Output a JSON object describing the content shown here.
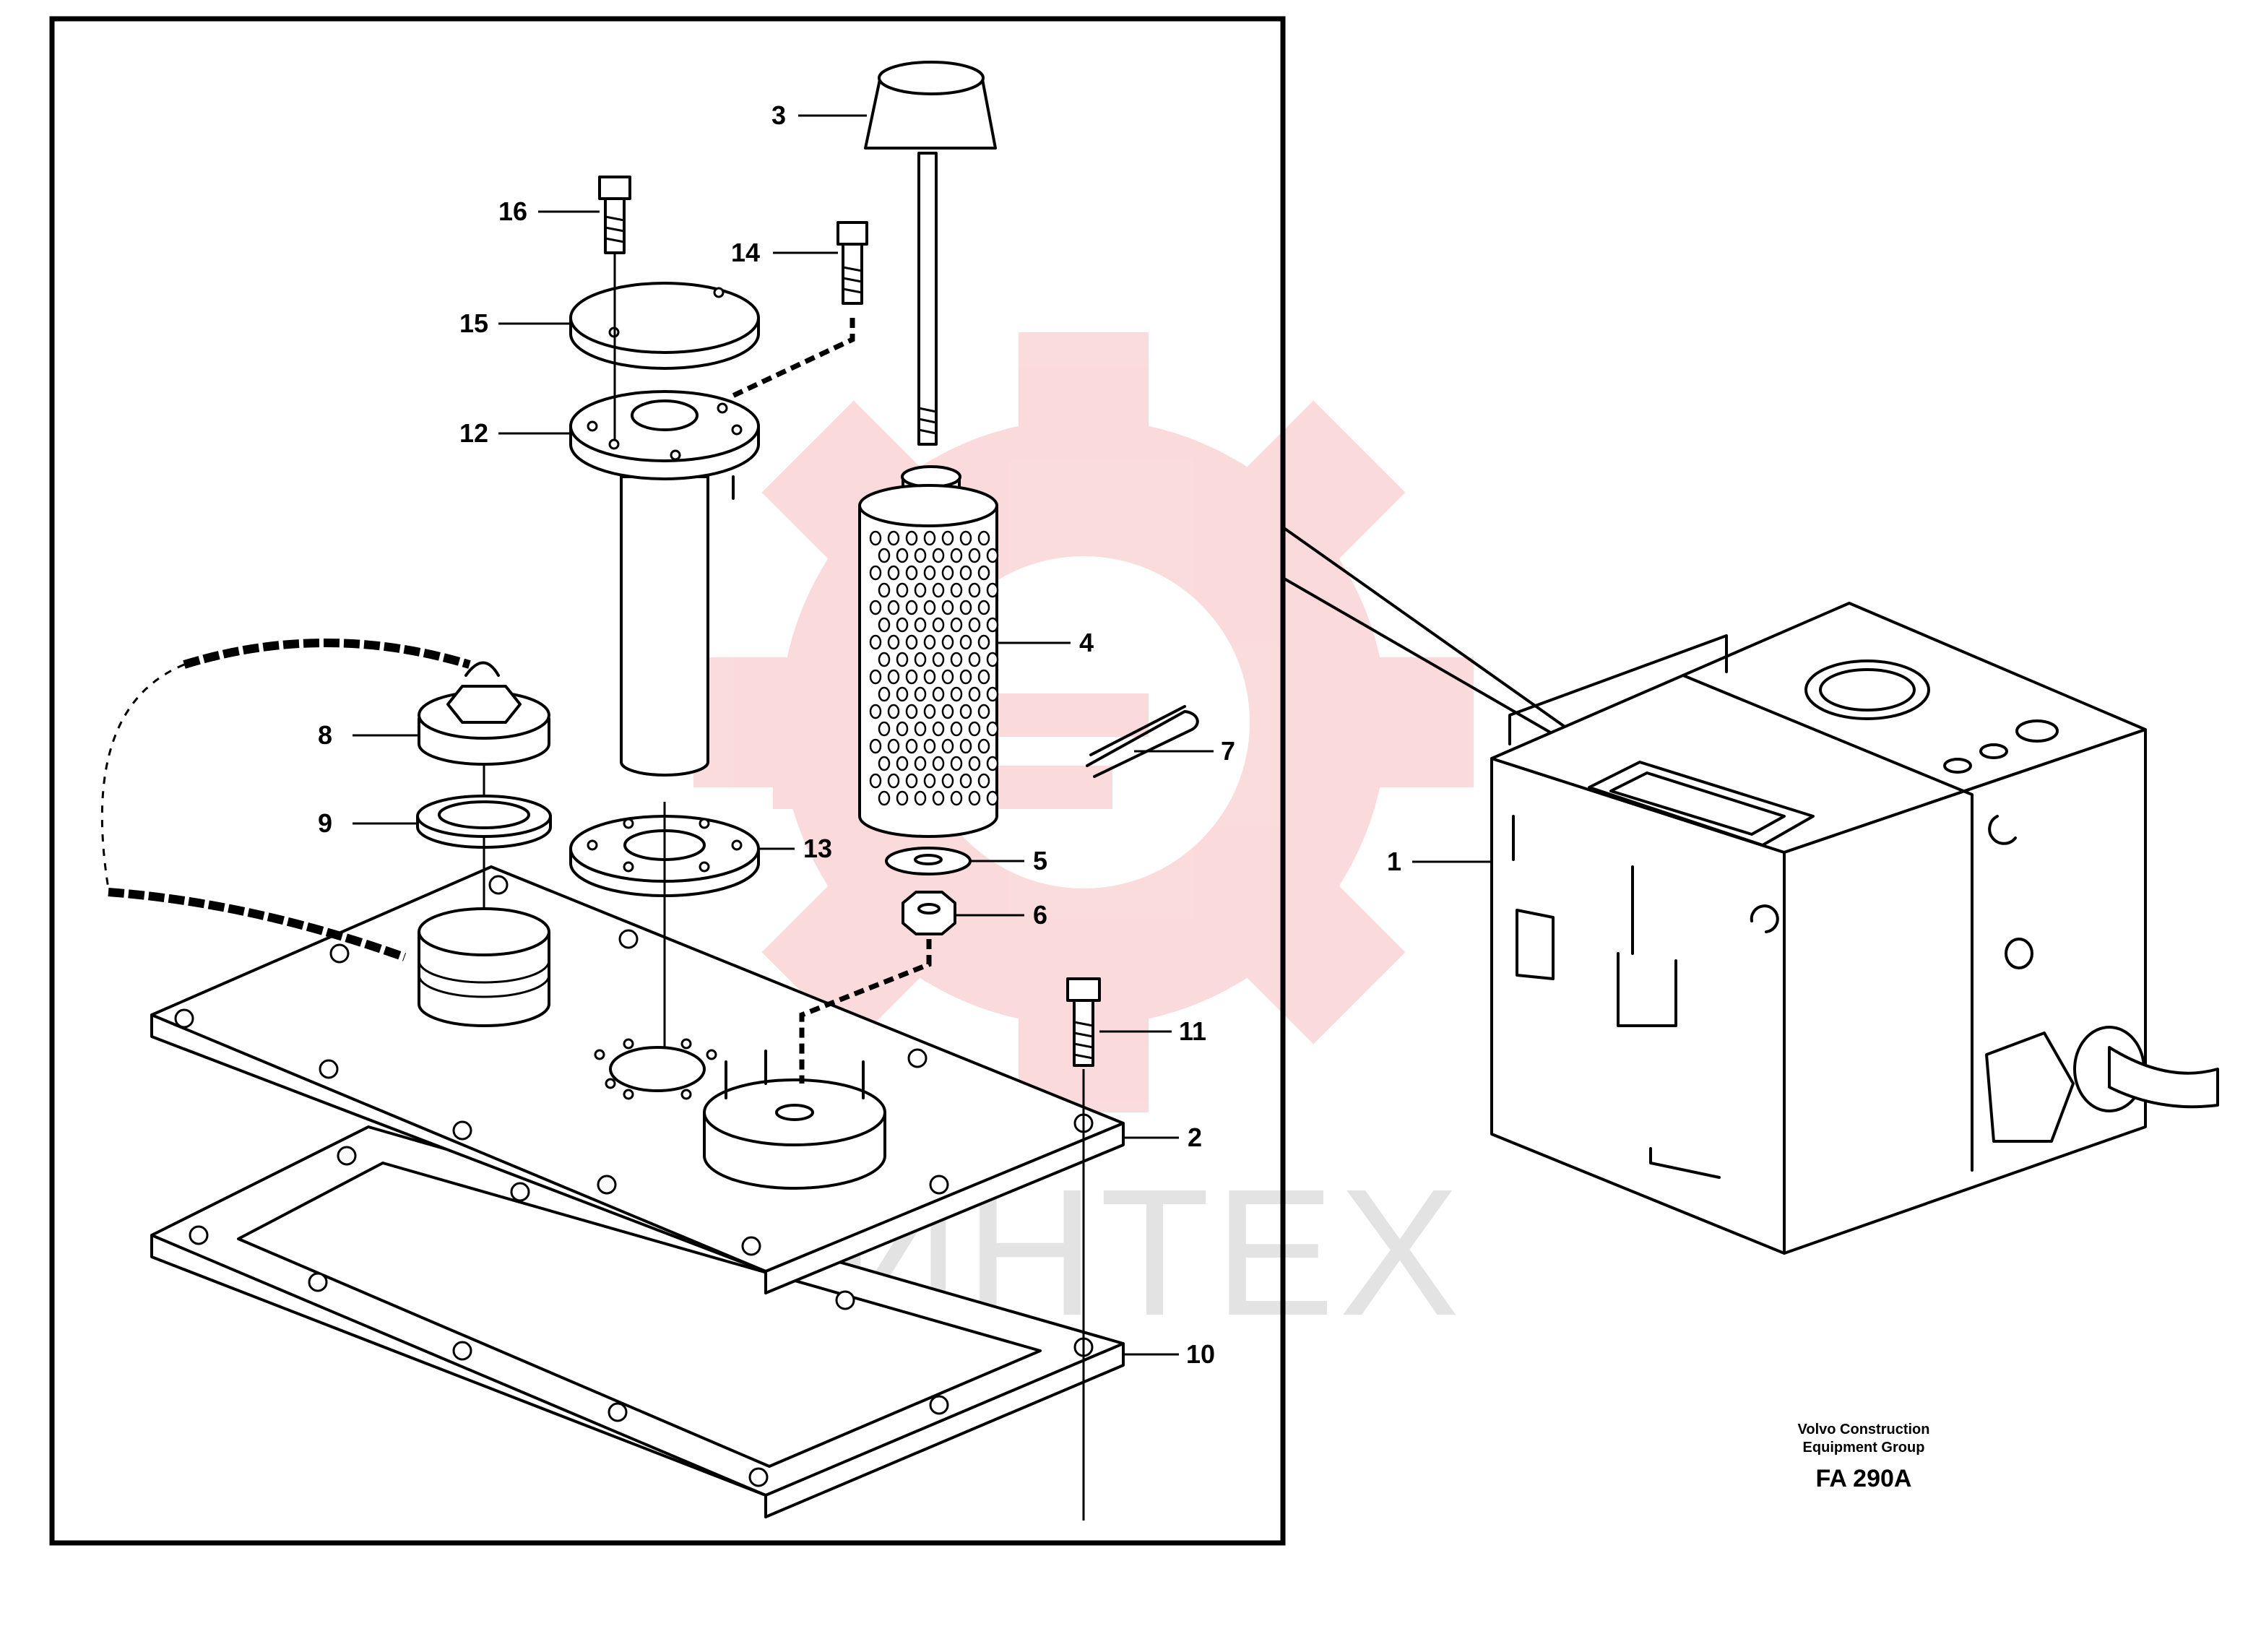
{
  "watermark": {
    "text": "ИНТЕХ",
    "gear_color": "#e8232a"
  },
  "callouts": [
    {
      "id": "1",
      "label": "1"
    },
    {
      "id": "2",
      "label": "2"
    },
    {
      "id": "3",
      "label": "3"
    },
    {
      "id": "4",
      "label": "4"
    },
    {
      "id": "5",
      "label": "5"
    },
    {
      "id": "6",
      "label": "6"
    },
    {
      "id": "7",
      "label": "7"
    },
    {
      "id": "8",
      "label": "8"
    },
    {
      "id": "9",
      "label": "9"
    },
    {
      "id": "10",
      "label": "10"
    },
    {
      "id": "11",
      "label": "11"
    },
    {
      "id": "12",
      "label": "12"
    },
    {
      "id": "13",
      "label": "13"
    },
    {
      "id": "14",
      "label": "14"
    },
    {
      "id": "15",
      "label": "15"
    },
    {
      "id": "16",
      "label": "16"
    }
  ],
  "footer": {
    "company_line1": "Volvo Construction",
    "company_line2": "Equipment Group",
    "drawing_code": "FA 290A"
  }
}
